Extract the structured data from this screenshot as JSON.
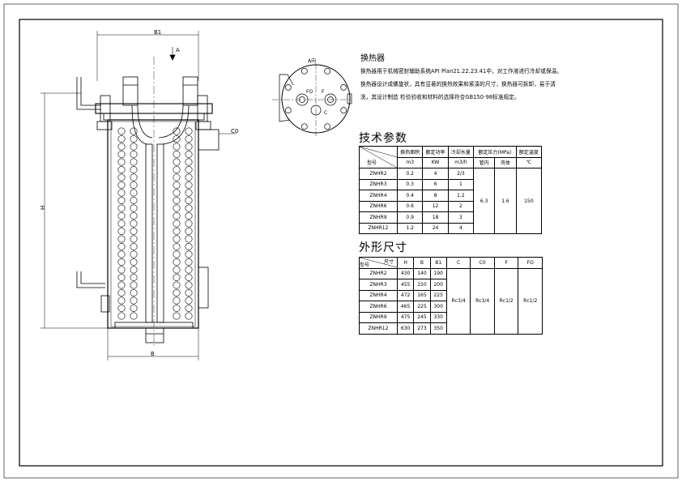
{
  "drawing": {
    "labels": {
      "b1": "B1",
      "a_arrow": "A",
      "co": "C0",
      "h": "H",
      "b": "B",
      "a_view": "A向",
      "fo": "FO",
      "f": "F",
      "c": "C"
    }
  },
  "description": {
    "title": "换热器",
    "text": "换热器用于机械密封辅助系统API Plan21.22.23.41中，对工作液进行冷却或保温。换热器设计成螺旋状，具有显著的换热效果和紧凑的尺寸，换热器可拆卸，易于清洗，其设计制造 检验验收和材料的选择符合GB150-98标准规定。"
  },
  "tech_params": {
    "heading": "技术参数",
    "headers": {
      "area": "换热面积",
      "power": "额定功率",
      "water": "冷却水量",
      "pressure": "额定压力(MPa)",
      "temp": "额定温度",
      "model": "型号"
    },
    "units": {
      "area": "m3",
      "power": "KW",
      "water": "m3/h",
      "tube": "管内",
      "shell": "壳体",
      "temp": "℃"
    },
    "rows": [
      {
        "model": "ZNHR2",
        "area": "0.2",
        "power": "4",
        "water": "2/3"
      },
      {
        "model": "ZNHR3",
        "area": "0.3",
        "power": "6",
        "water": "1"
      },
      {
        "model": "ZNHR4",
        "area": "0.4",
        "power": "8",
        "water": "1.2"
      },
      {
        "model": "ZNHR6",
        "area": "0.6",
        "power": "12",
        "water": "2"
      },
      {
        "model": "ZNHR9",
        "area": "0.9",
        "power": "18",
        "water": "3"
      },
      {
        "model": "ZNHR12",
        "area": "1.2",
        "power": "24",
        "water": "4"
      }
    ],
    "tube_pressure": "6.3",
    "shell_pressure": "1.6",
    "temperature": "150"
  },
  "dimensions": {
    "heading": "外形尺寸",
    "headers": {
      "model": "型号",
      "size": "尺寸",
      "h": "H",
      "b": "B",
      "b1": "B1",
      "c": "C",
      "co": "C0",
      "f": "F",
      "fo": "FO"
    },
    "rows": [
      {
        "model": "ZNHR2",
        "h": "430",
        "b": "140",
        "b1": "190"
      },
      {
        "model": "ZNHR3",
        "h": "455",
        "b": "150",
        "b1": "200"
      },
      {
        "model": "ZNHR4",
        "h": "472",
        "b": "165",
        "b1": "225"
      },
      {
        "model": "ZNHR6",
        "h": "465",
        "b": "225",
        "b1": "300"
      },
      {
        "model": "ZNHR9",
        "h": "475",
        "b": "245",
        "b1": "330"
      },
      {
        "model": "ZNHR12",
        "h": "630",
        "b": "273",
        "b1": "350"
      }
    ],
    "c": "Rc3/4",
    "co": "Rc3/4",
    "f": "Rc1/2",
    "fo": "Rc1/2"
  }
}
